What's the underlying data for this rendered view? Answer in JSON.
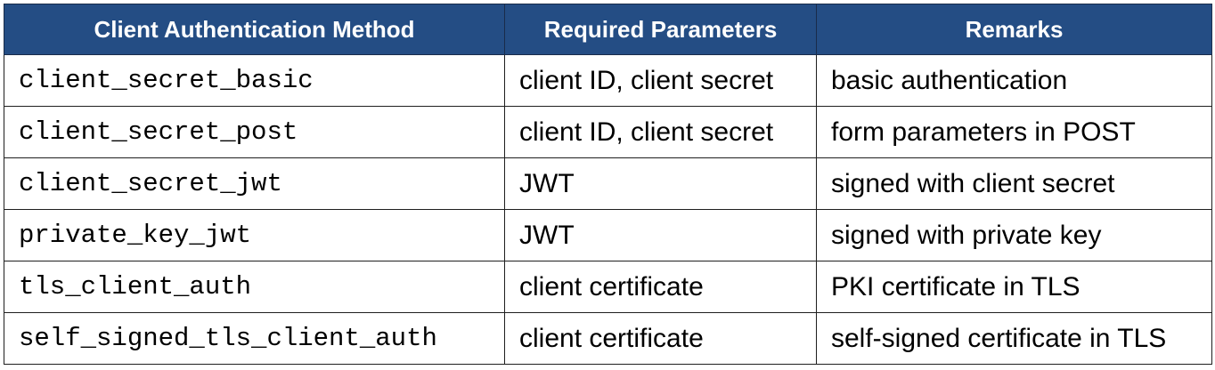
{
  "table": {
    "headers": [
      "Client Authentication Method",
      "Required Parameters",
      "Remarks"
    ],
    "rows": [
      [
        "client_secret_basic",
        "client ID, client secret",
        "basic authentication"
      ],
      [
        "client_secret_post",
        "client ID, client secret",
        "form parameters in POST"
      ],
      [
        "client_secret_jwt",
        "JWT",
        "signed with client secret"
      ],
      [
        "private_key_jwt",
        "JWT",
        "signed with private key"
      ],
      [
        "tls_client_auth",
        "client certificate",
        "PKI certificate in TLS"
      ],
      [
        "self_signed_tls_client_auth",
        "client certificate",
        "self-signed certificate in TLS"
      ]
    ]
  },
  "colors": {
    "header_bg": "#244d84",
    "header_text": "#ffffff",
    "border": "#1f1f1f"
  }
}
